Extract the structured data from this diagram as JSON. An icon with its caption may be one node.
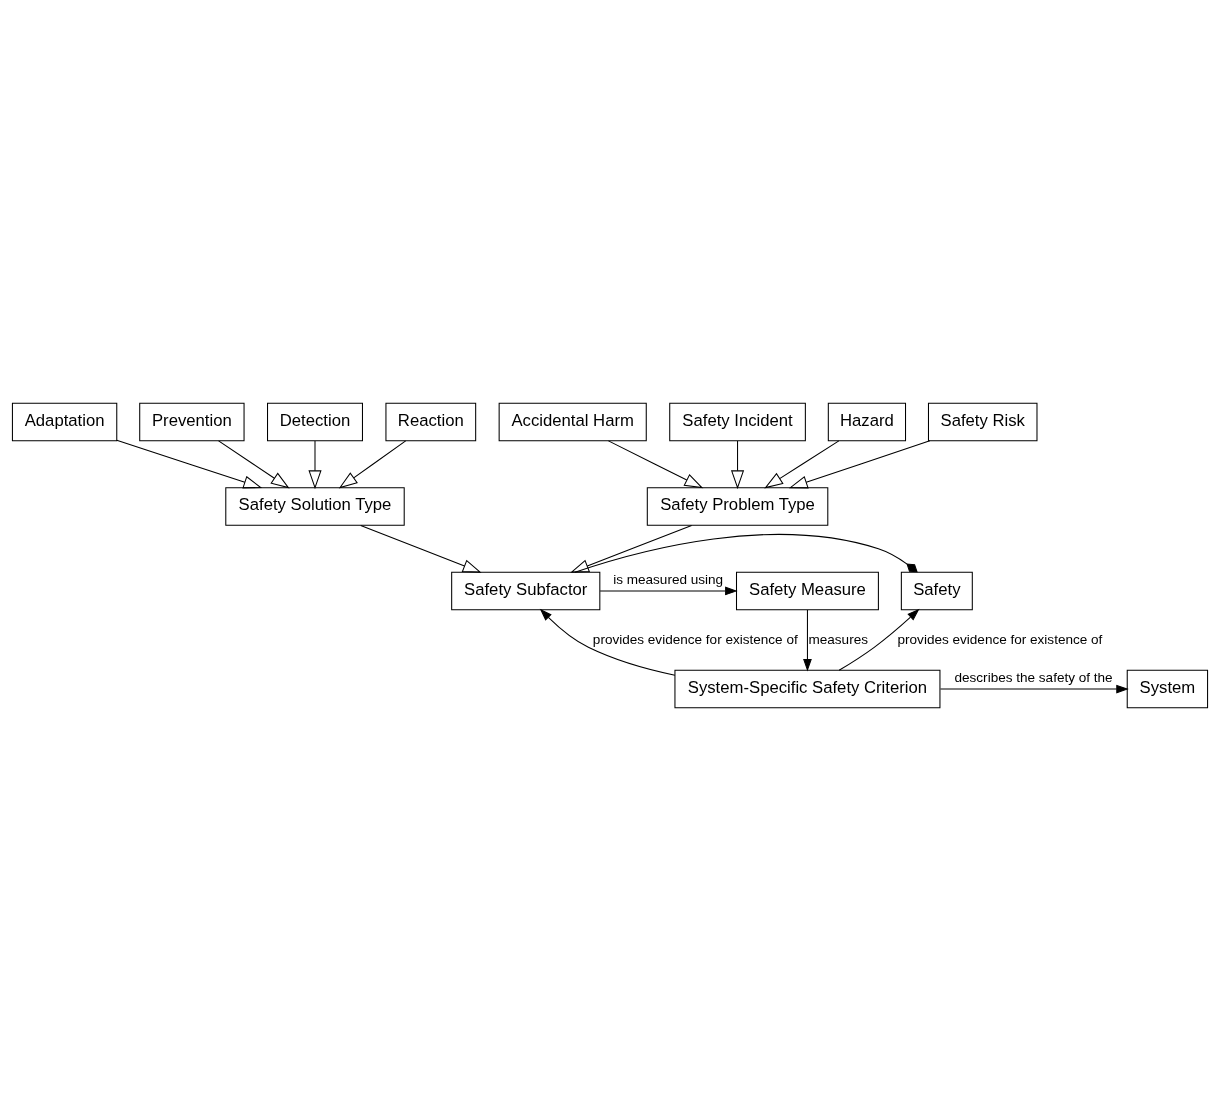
{
  "diagram": {
    "nodes": [
      {
        "text": [
          "Accidental Harm"
        ]
      },
      {
        "text": [
          "Safety Incident"
        ]
      },
      {
        "text": [
          "Hazard"
        ]
      },
      {
        "text": [
          "Safety Risk"
        ]
      },
      {
        "text": [
          "Prevention"
        ]
      },
      {
        "text": [
          "Detection"
        ]
      },
      {
        "text": [
          "Reaction"
        ]
      },
      {
        "text": [
          "Adaptation"
        ]
      },
      {
        "text": [
          "Safety Problem Type"
        ]
      },
      {
        "text": [
          "Safety Solution Type"
        ]
      },
      {
        "text": [
          "Safety"
        ]
      },
      {
        "text": [
          "Safety Subfactor"
        ]
      },
      {
        "text": [
          "Safety Measure"
        ]
      },
      {
        "text": [
          "System-Specific Safety Criterion"
        ]
      },
      {
        "text": [
          "System"
        ]
      }
    ],
    "edges": [
      {
        "from": 0,
        "to": 8,
        "arrow": "to"
      },
      {
        "from": 1,
        "to": 8,
        "arrow": "to"
      },
      {
        "from": 2,
        "to": 8,
        "arrow": "to"
      },
      {
        "from": 3,
        "to": 8,
        "arrow": "to"
      },
      {
        "from": 4,
        "to": 9,
        "arrow": "to"
      },
      {
        "from": 5,
        "to": 9,
        "arrow": "to"
      },
      {
        "from": 6,
        "to": 9,
        "arrow": "to"
      },
      {
        "from": 7,
        "to": 9,
        "arrow": "to"
      },
      {
        "from": 8,
        "to": 11,
        "arrow": "to"
      },
      {
        "from": 9,
        "to": 11,
        "arrow": "to"
      },
      {
        "from": 11,
        "to": 10,
        "arrow": "other"
      },
      {
        "from": 11,
        "to": 12,
        "arrow": "to",
        "label": "is measured using"
      },
      {
        "from": 13,
        "to": 10,
        "arrow": "to",
        "label": "provides evidence for existence of"
      },
      {
        "from": 13,
        "to": 11,
        "arrow": "to",
        "label": "provides evidence for existence of"
      },
      {
        "from": 12,
        "to": 13,
        "arrow": "to",
        "label": "measures"
      },
      {
        "from": 13,
        "to": 14,
        "arrow": "to",
        "label": "describes the safety of the"
      }
    ]
  }
}
